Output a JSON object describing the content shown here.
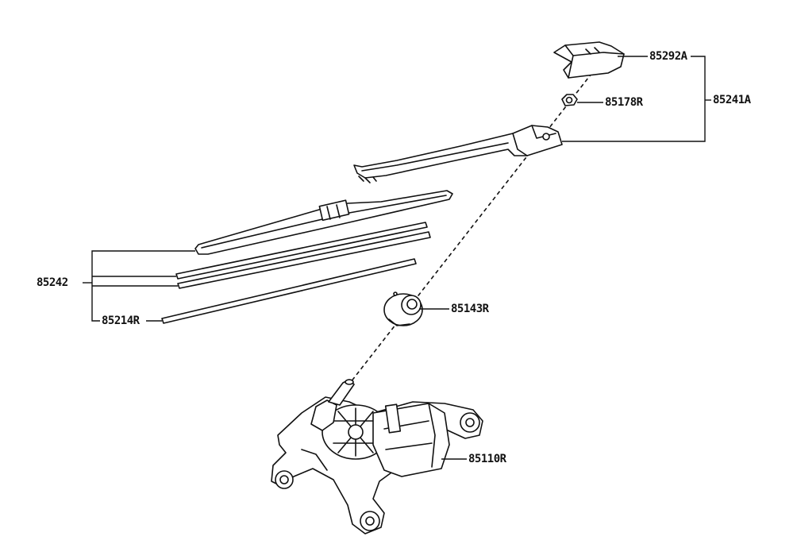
{
  "callouts": {
    "arm_cap": "85292A",
    "arm_assembly": "85241A",
    "nut": "85178R",
    "blade_assembly": "85242",
    "pivot_cap": "85143R",
    "blade_rubber": "85214R",
    "motor": "85110R"
  }
}
